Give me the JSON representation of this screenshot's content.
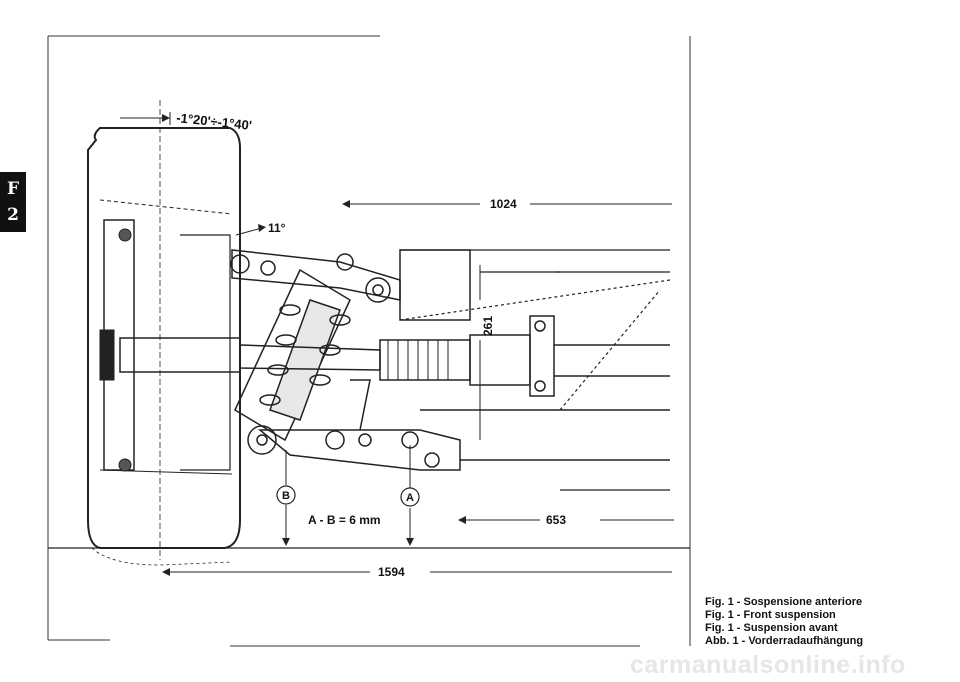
{
  "page_tab": {
    "letter": "F",
    "number": "2"
  },
  "dimensions": {
    "camber": "-1°20'÷-1°40'",
    "caster": "11°",
    "d1024": "1024",
    "d261": "261",
    "d653": "653",
    "d1594": "1594"
  },
  "markers": {
    "a": "A",
    "b": "B"
  },
  "formula": "A - B = 6 mm",
  "captions": [
    "Fig. 1 - Sospensione anteriore",
    "Fig. 1 - Front suspension",
    "Fig. 1 - Suspension avant",
    "Abb. 1 - Vorderradaufhängung"
  ],
  "watermark": "carmanualsonline.info"
}
